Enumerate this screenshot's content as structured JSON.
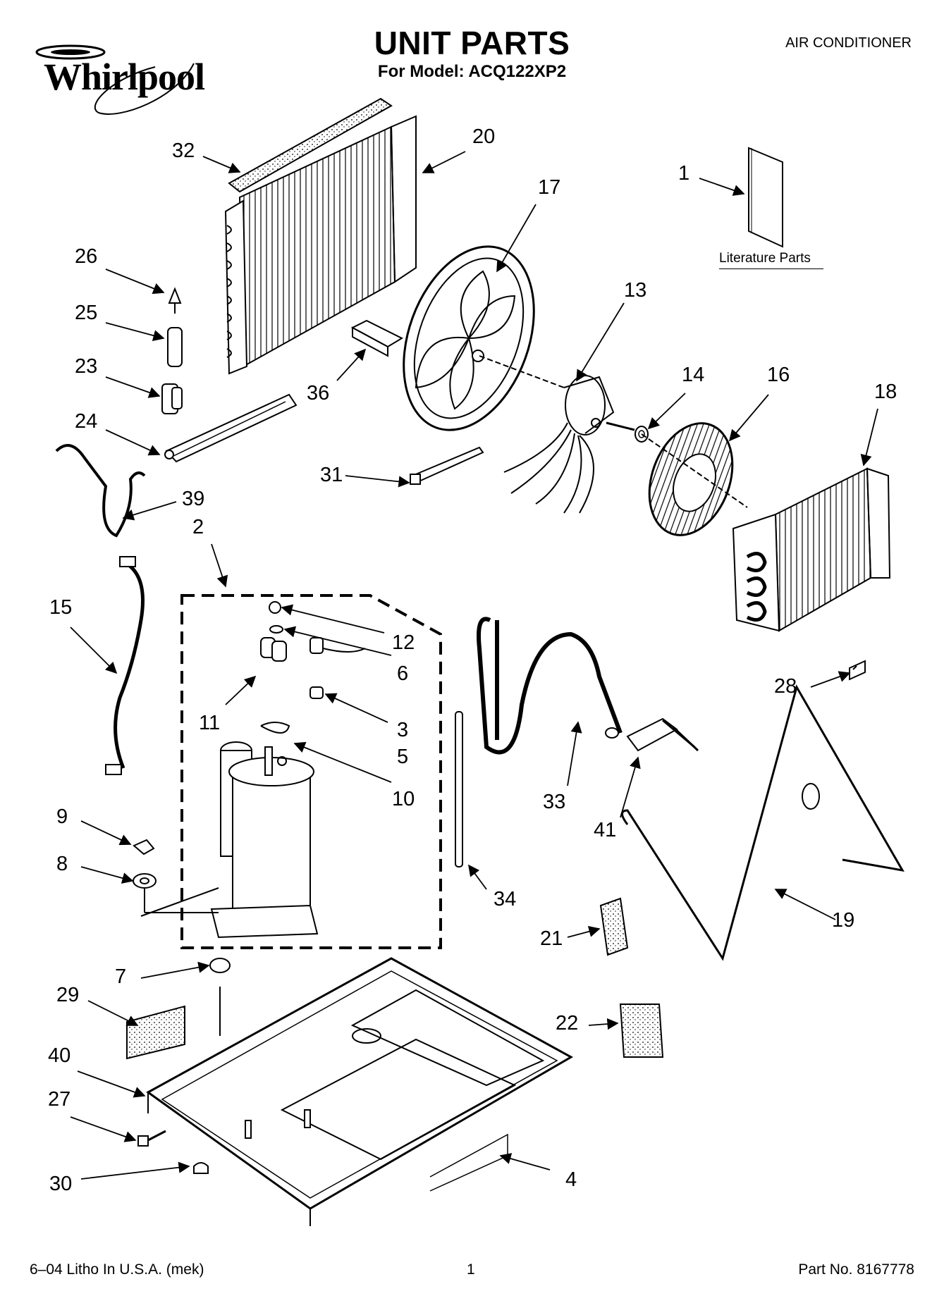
{
  "header": {
    "brand": "Whirlpool",
    "title": "UNIT PARTS",
    "model_line": "For Model: ACQ122XP2",
    "category": "AIR CONDITIONER"
  },
  "literature_label": "Literature Parts",
  "callouts": {
    "c1": "1",
    "c2": "2",
    "c3": "3",
    "c4": "4",
    "c5": "5",
    "c6": "6",
    "c7": "7",
    "c8": "8",
    "c9": "9",
    "c10": "10",
    "c11": "11",
    "c12": "12",
    "c13": "13",
    "c14": "14",
    "c15": "15",
    "c16": "16",
    "c17": "17",
    "c18": "18",
    "c19": "19",
    "c20": "20",
    "c21": "21",
    "c22": "22",
    "c23": "23",
    "c24": "24",
    "c25": "25",
    "c26": "26",
    "c27": "27",
    "c28": "28",
    "c29": "29",
    "c30": "30",
    "c31": "31",
    "c32": "32",
    "c33": "33",
    "c34": "34",
    "c36": "36",
    "c39": "39",
    "c40": "40",
    "c41": "41"
  },
  "footer": {
    "print_info": "6–04 Litho In U.S.A. (mek)",
    "page": "1",
    "part_no": "Part No. 8167778"
  }
}
